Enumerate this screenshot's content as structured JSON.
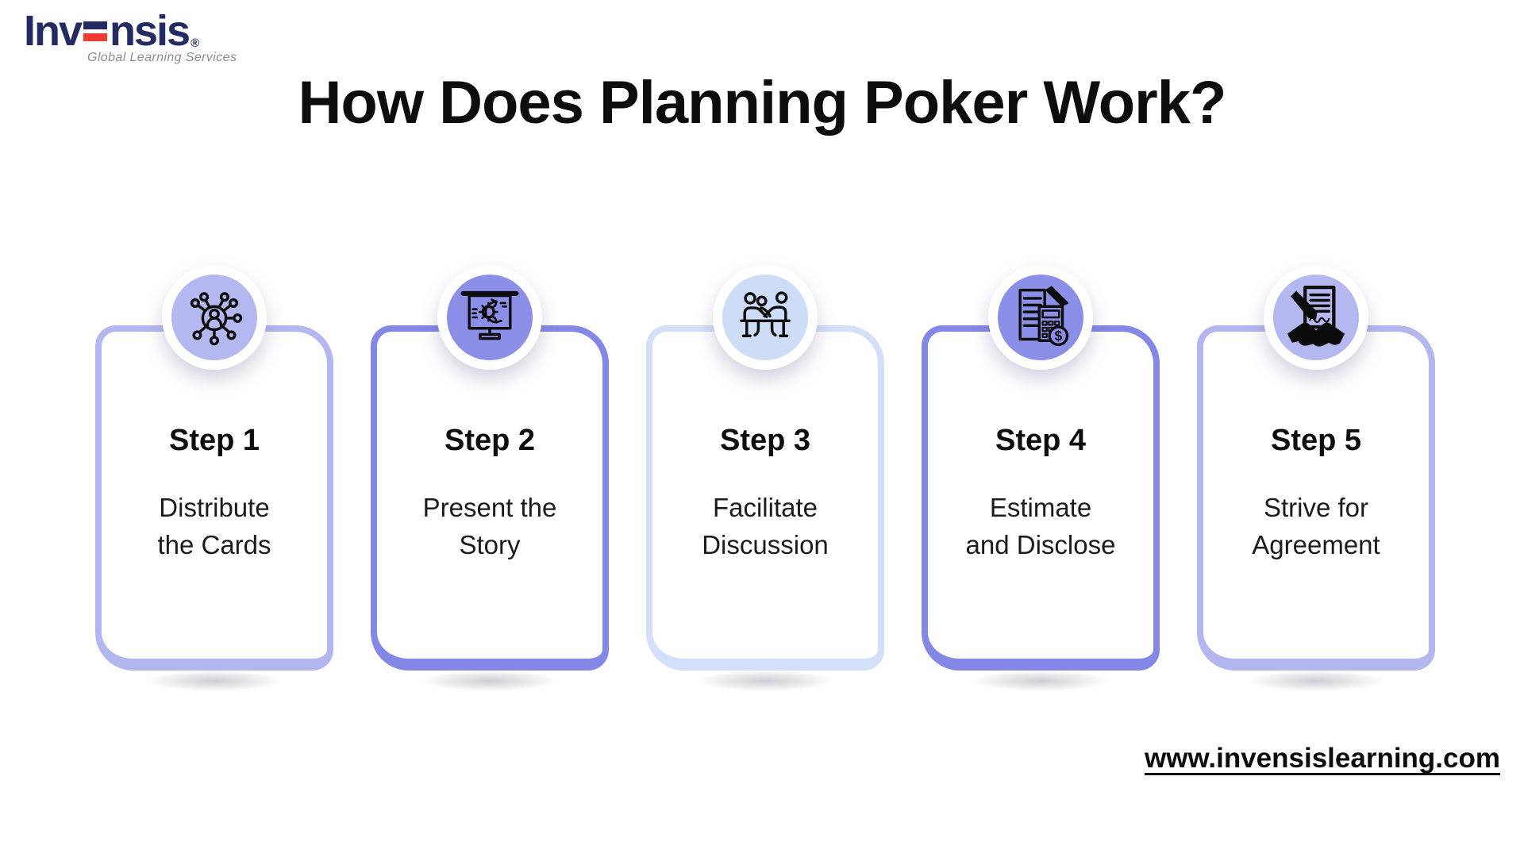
{
  "brand": {
    "logo_prefix": "Inv",
    "logo_suffix": "nsis",
    "registered_mark": "®",
    "tagline": "Global Learning Services",
    "navy_color": "#242b63",
    "red_color": "#ee3a32"
  },
  "title": "How Does Planning Poker Work?",
  "steps": [
    {
      "label": "Step 1",
      "line1": "Distribute",
      "line2": "the Cards",
      "icon": "network-share-icon",
      "border_color": "#b4b6f0",
      "circle_color": "#b5b7f1"
    },
    {
      "label": "Step 2",
      "line1": "Present the",
      "line2": "Story",
      "icon": "presentation-board-icon",
      "border_color": "#8387e6",
      "circle_color": "#8b8fe8"
    },
    {
      "label": "Step 3",
      "line1": "Facilitate",
      "line2": "Discussion",
      "icon": "group-discussion-icon",
      "border_color": "#d4dff9",
      "circle_color": "#cdddf8"
    },
    {
      "label": "Step 4",
      "line1": "Estimate",
      "line2": "and Disclose",
      "icon": "estimate-calculator-icon",
      "border_color": "#8387e6",
      "circle_color": "#8b8fe8"
    },
    {
      "label": "Step 5",
      "line1": "Strive for",
      "line2": "Agreement",
      "icon": "handshake-agreement-icon",
      "border_color": "#b4b6f0",
      "circle_color": "#b5b7f1"
    }
  ],
  "footer": {
    "website_url": "www.invensislearning.com"
  }
}
